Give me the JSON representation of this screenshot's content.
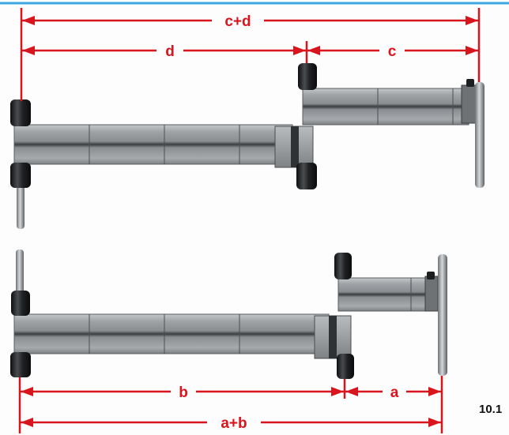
{
  "figure": {
    "number": "10.1",
    "top_assembly": {
      "dim_total": "c+d",
      "dim_left": "d",
      "dim_right": "c"
    },
    "bottom_assembly": {
      "dim_left": "b",
      "dim_right": "a",
      "dim_total": "a+b"
    }
  },
  "colors": {
    "dimension": "#d8141c",
    "bar_light": "#a4a8ab",
    "bar_dark": "#3c3f42",
    "post": "#1c1e20",
    "rod": "#8f9396",
    "top_border": "#3aa6e0"
  }
}
